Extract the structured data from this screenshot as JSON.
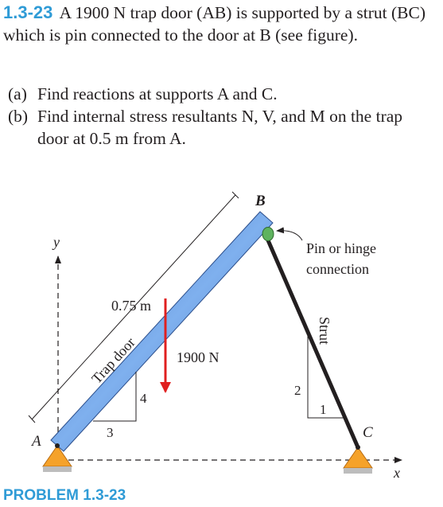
{
  "problem": {
    "number": "1.3-23",
    "statement": "A 1900 N trap door (AB) is supported by a strut (BC) which is pin connected to the door at B (see figure).",
    "part_a_label": "(a)",
    "part_a_text": "Find reactions at supports A and C.",
    "part_b_label": "(b)",
    "part_b_text": "Find internal stress resultants N, V, and M on the trap door at 0.5 m from A."
  },
  "figure": {
    "label_A": "A",
    "label_B": "B",
    "label_C": "C",
    "label_x": "x",
    "label_y": "y",
    "dim_length": "0.75 m",
    "door_label": "Trap door",
    "load_label": "1900 N",
    "strut_label": "Strut",
    "slope_door_run": "3",
    "slope_door_rise": "4",
    "slope_strut_rise": "2",
    "slope_strut_run": "1",
    "pin_label_line1": "Pin or hinge",
    "pin_label_line2": "connection",
    "colors": {
      "door": "#5b8fd8",
      "load_arrow": "#e02020",
      "support": "#f5a22a",
      "pin": "#5fb35f",
      "accent": "#2f9bd6"
    }
  },
  "caption": "PROBLEM 1.3-23"
}
